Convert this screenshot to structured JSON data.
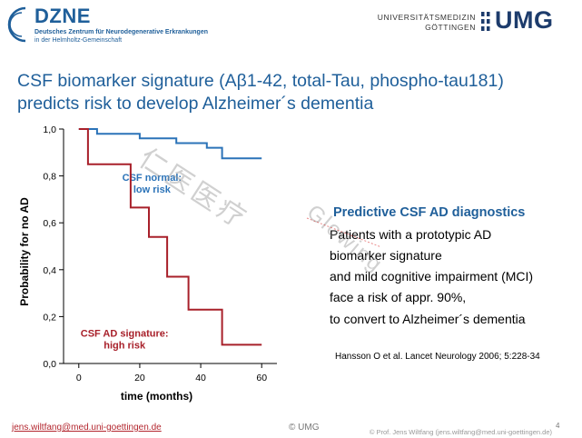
{
  "header": {
    "dzne_name": "DZNE",
    "dzne_sub1": "Deutsches Zentrum für Neurodegenerative Erkrankungen",
    "dzne_sub2": "in der Helmholtz-Gemeinschaft",
    "umg_line1": "UNIVERSITÄTSMEDIZIN",
    "umg_line2": "GÖTTINGEN",
    "umg_word": "UMG"
  },
  "slide": {
    "title_line1": "CSF biomarker signature (Aβ1-42, total-Tau, phospho-tau181)",
    "title_line2": "predicts risk to develop Alzheimer´s dementia",
    "heading": "Predictive CSF AD diagnostics",
    "body_lines": [
      "Patients with a prototypic  AD",
      "biomarker signature",
      "and mild cognitive impairment (MCI)",
      "face a risk of appr. 90%,",
      "to convert to Alzheimer´s dementia"
    ],
    "citation": "Hansson O et al. Lancet Neurology 2006; 5:228-34"
  },
  "watermarks": {
    "chinese": "仁医医疗",
    "latin": "Glowing"
  },
  "footer": {
    "email": "jens.wiltfang@med.uni-goettingen.de",
    "umg": "© UMG",
    "credit": "© Prof. Jens Wiltfang (jens.wiltfang@med.uni-goettingen.de)",
    "page_number": "4"
  },
  "colors": {
    "blue": "#2b73b8",
    "red": "#a8202a",
    "title_blue": "#1f5f9a"
  },
  "chart_data": {
    "type": "line",
    "step": true,
    "xlabel": "time (months)",
    "ylabel": "Probability for no AD",
    "xlim": [
      -5,
      65
    ],
    "ylim": [
      0,
      1
    ],
    "xticks": [
      "0",
      "20",
      "40",
      "60"
    ],
    "xtick_values": [
      0,
      20,
      40,
      60
    ],
    "yticks": [
      "0,0",
      "0,2",
      "0,4",
      "0,6",
      "0,8",
      "1,0"
    ],
    "ytick_values": [
      0,
      0.2,
      0.4,
      0.6,
      0.8,
      1.0
    ],
    "grid": false,
    "series": [
      {
        "name": "CSF normal: low risk",
        "label_lines": [
          "CSF normal:",
          "low risk"
        ],
        "color": "#2b73b8",
        "points": [
          [
            0,
            1.0
          ],
          [
            6,
            1.0
          ],
          [
            6,
            0.98
          ],
          [
            20,
            0.98
          ],
          [
            20,
            0.96
          ],
          [
            32,
            0.96
          ],
          [
            32,
            0.94
          ],
          [
            42,
            0.94
          ],
          [
            42,
            0.92
          ],
          [
            47,
            0.92
          ],
          [
            47,
            0.875
          ],
          [
            60,
            0.875
          ]
        ]
      },
      {
        "name": "CSF AD signature: high risk",
        "label_lines": [
          "CSF AD signature:",
          "high risk"
        ],
        "color": "#a8202a",
        "points": [
          [
            0,
            1.0
          ],
          [
            3,
            1.0
          ],
          [
            3,
            0.85
          ],
          [
            17,
            0.85
          ],
          [
            17,
            0.665
          ],
          [
            23,
            0.665
          ],
          [
            23,
            0.54
          ],
          [
            29,
            0.54
          ],
          [
            29,
            0.37
          ],
          [
            36,
            0.37
          ],
          [
            36,
            0.23
          ],
          [
            47,
            0.23
          ],
          [
            47,
            0.08
          ],
          [
            60,
            0.08
          ]
        ]
      }
    ]
  }
}
